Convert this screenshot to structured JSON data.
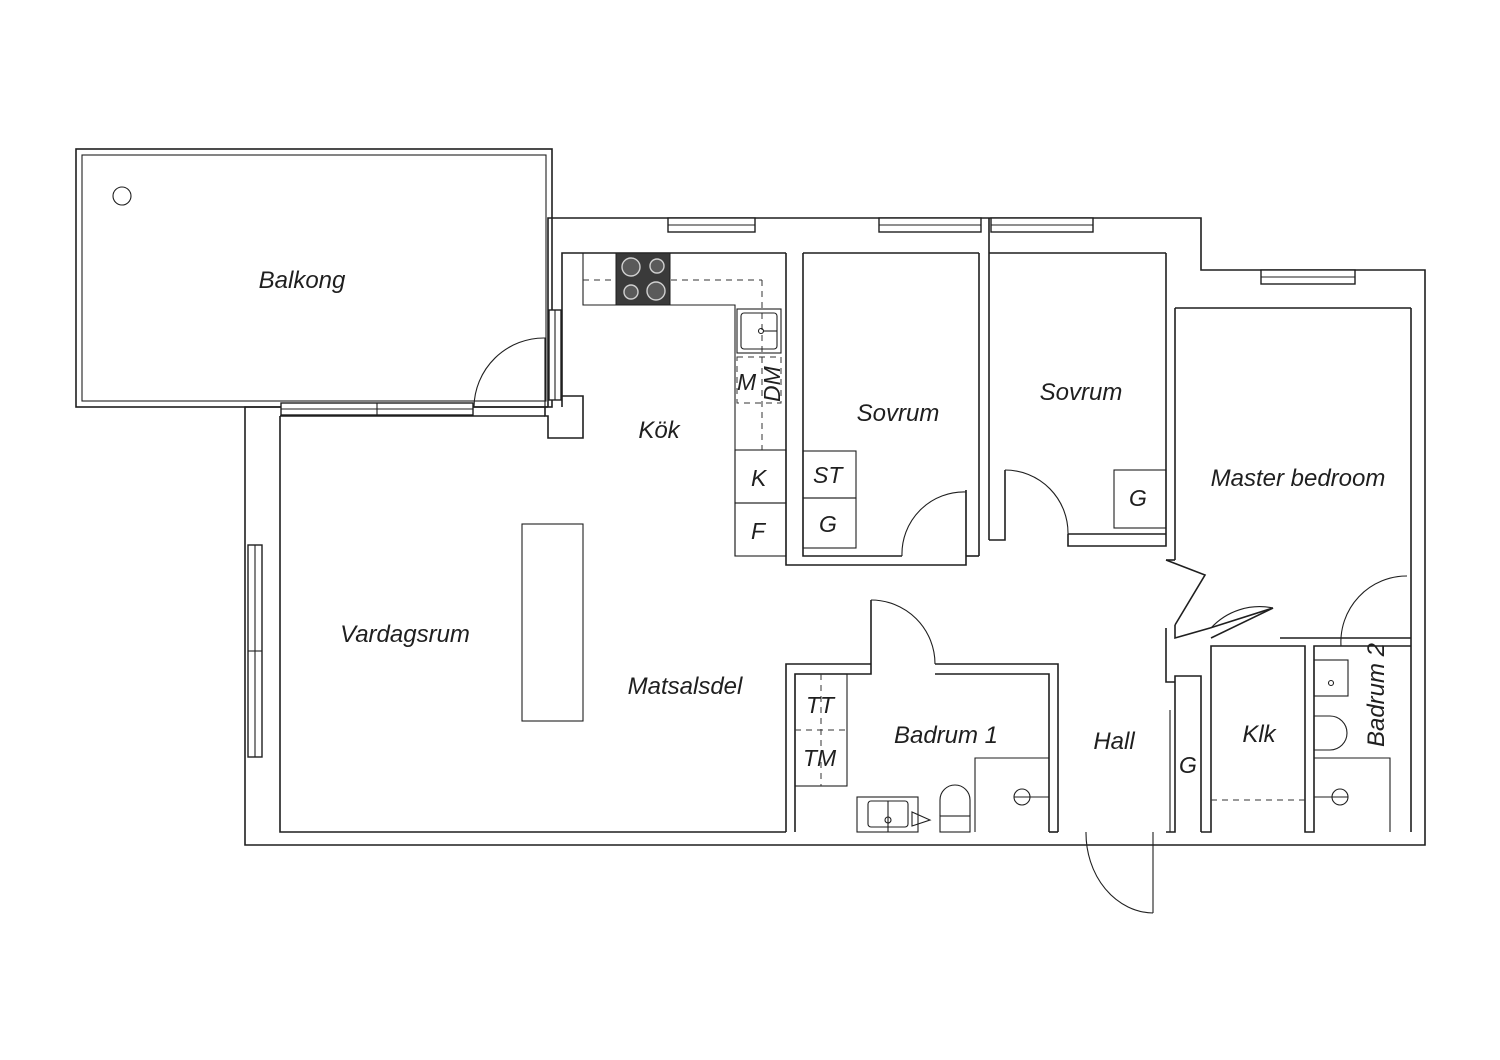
{
  "rooms": {
    "balkong": "Balkong",
    "kok": "Kök",
    "sovrum_1": "Sovrum",
    "sovrum_2": "Sovrum",
    "master_bedroom": "Master bedroom",
    "vardagsrum": "Vardagsrum",
    "matsalsdel": "Matsalsdel",
    "badrum_1": "Badrum 1",
    "hall": "Hall",
    "klk": "Klk",
    "badrum_2": "Badrum 2"
  },
  "fixtures": {
    "microwave": "M",
    "dishwasher": "DM",
    "fridge": "K",
    "freezer": "F",
    "storage_st": "ST",
    "wardrobe_sov1": "G",
    "wardrobe_sov2": "G",
    "wardrobe_hall": "G",
    "dryer": "TT",
    "washer": "TM"
  },
  "icons": [
    "stove-icon",
    "kitchen-sink-icon",
    "toilet-icon",
    "washbasin-icon",
    "shower-icon",
    "balcony-drain-icon"
  ],
  "colors": {
    "line": "#1f1f1f",
    "background": "#ffffff",
    "stove": "#3a3a3a"
  }
}
